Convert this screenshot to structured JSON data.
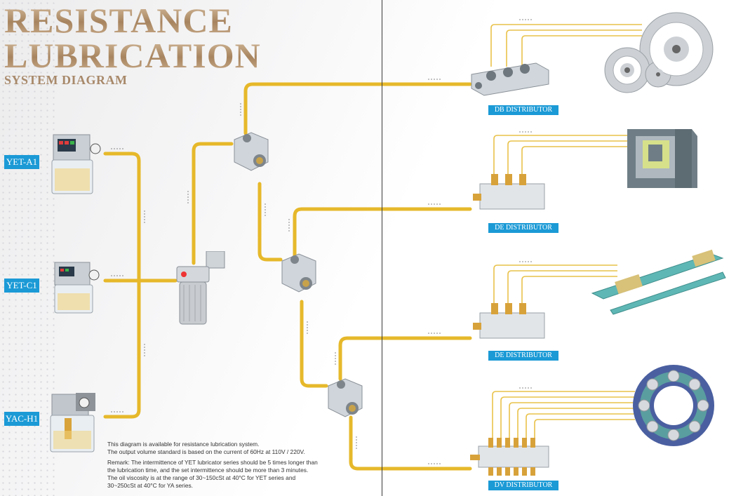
{
  "title": {
    "line1": "RESISTANCE",
    "line2": "LUBRICATION",
    "subtitle": "SYSTEM DIAGRAM"
  },
  "lubricators": [
    {
      "label": "YET-A1"
    },
    {
      "label": "YET-C1"
    },
    {
      "label": "YAC-H1"
    }
  ],
  "distributors": [
    {
      "label": "DB DISTRIBUTOR"
    },
    {
      "label": "DE DISTRIBUTOR"
    },
    {
      "label": "DE DISTRIBUTOR"
    },
    {
      "label": "DV DISTRIBUTOR"
    }
  ],
  "applications": [
    "gears-icon",
    "machine-block-icon",
    "linear-rail-icon",
    "bearing-icon"
  ],
  "notes": {
    "line1": "This diagram is available for resistance lubrication system.",
    "line2": "The output volume standard is based on the current of 60Hz at 110V / 220V.",
    "line3": "Remark: The intermittence of YET lubricator series should be 5 times longer than",
    "line4": "the lubrication time, and the set intermittence should be more than 3 minutes.",
    "line5": "The oil viscosity is at the range of 30~150cSt at 40°C for YET series and",
    "line6": "30~250cSt at 40°C for YA series."
  },
  "colors": {
    "pipe_gold": "#e6b82a",
    "tag_blue": "#1b9ad6",
    "title_gold": "#b49471",
    "divider": "#3a3a3a"
  }
}
